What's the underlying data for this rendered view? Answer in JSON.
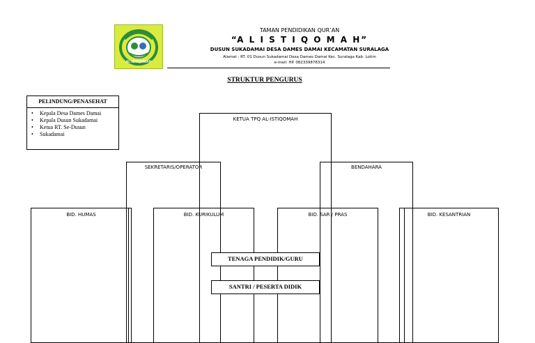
{
  "header": {
    "logo_name": "AL-ISTIQOMAH",
    "line1": "TAMAN PENDIDIKAN QUR’AN",
    "line2": "“A L  I S T I Q O M A H”",
    "line3": "DUSUN SUKADAMAI DESA DAMES DAMAI KECAMATAN SURALAGA",
    "line4": "Alamat : RT. 01 Dusun Sukadamai Desa Dames Damai Kec. Suralaga Kab. Lotim",
    "line5": "e-mail:   HP. 082339878314"
  },
  "title": "STRUKTUR PENGURUS",
  "protector": {
    "title": "PELINDUNG/PENASEHAT",
    "items": [
      "Kepala Desa Dames Damai",
      "Kepala Dusun Sukadamai",
      "Ketua RT. Se-Dusun",
      "Sukadamai"
    ]
  },
  "nodes": {
    "ketua": "KETUA TPQ AL-ISTIQOMAH",
    "sekretaris": "SEKRETARIS/OPERATOR",
    "bendahara": "BENDAHARA",
    "humas": "BID. HUMAS",
    "kurikulum": "BID. KURIKULUM",
    "sarpras": "BID. SAR / PRAS",
    "kesantrian": "BID. KESANTRIAN",
    "tenaga": "TENAGA PENDIDIK/GURU",
    "santri": "SANTRI / PESERTA DIDIK"
  },
  "colors": {
    "logo_background": "#d8ec3e",
    "logo_green": "#2e8b3a"
  }
}
